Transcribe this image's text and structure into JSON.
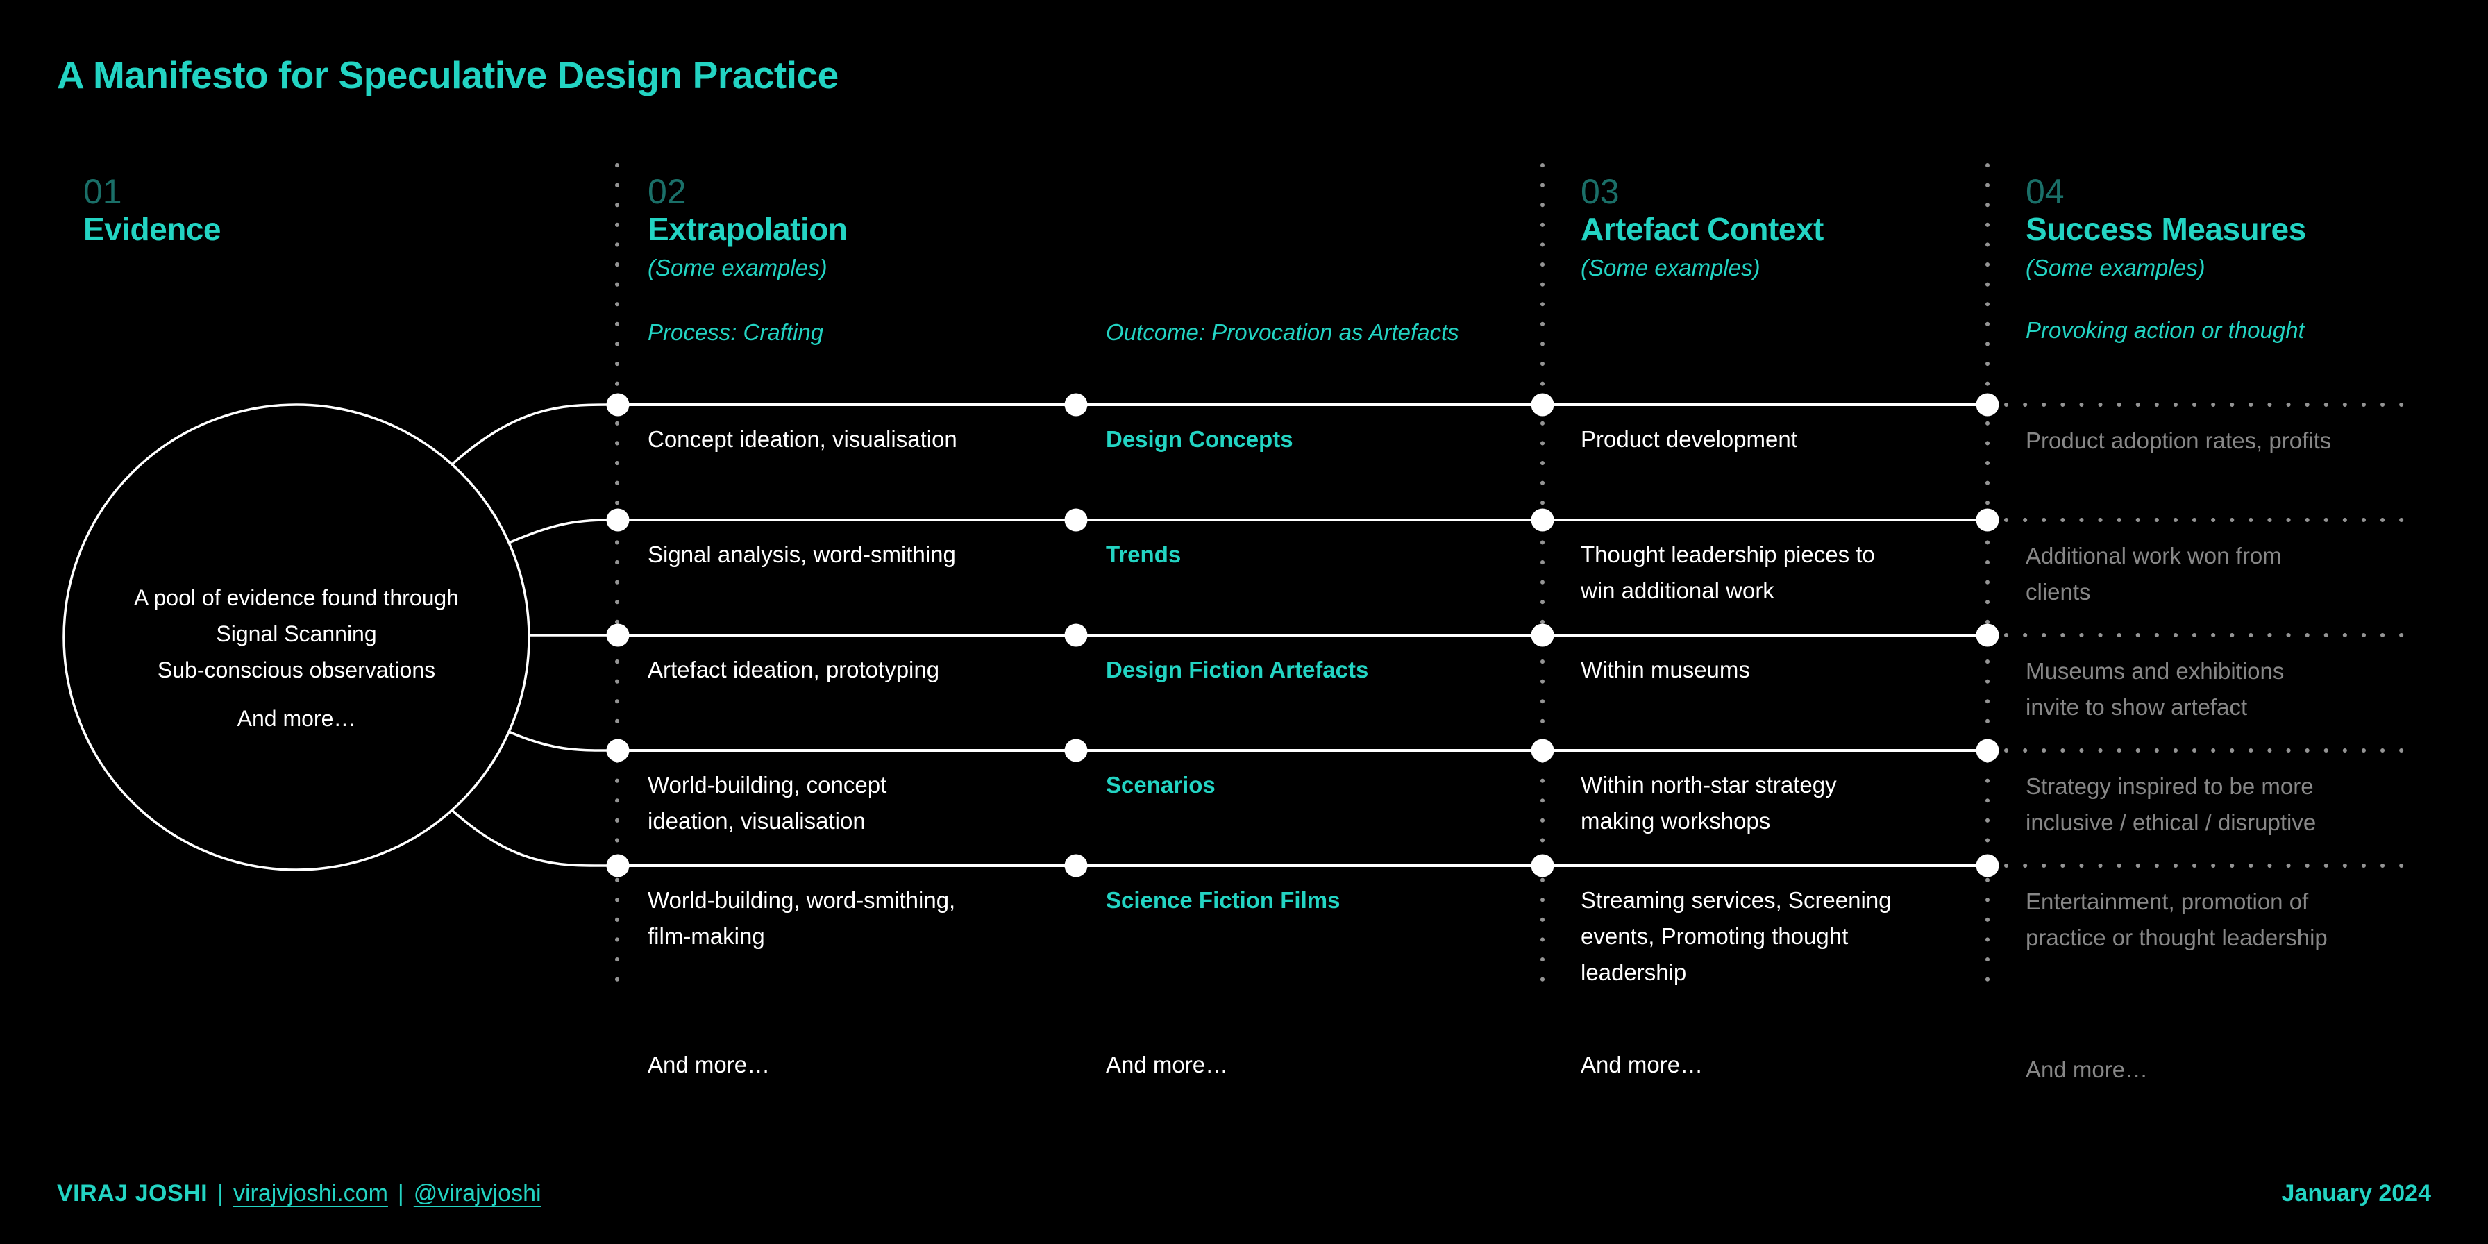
{
  "title": "A Manifesto for Speculative Design Practice",
  "colors": {
    "accent": "#23d4c3",
    "accent_muted": "#1a6f68",
    "text_gray": "#878787",
    "dot_gray": "#949494",
    "background": "#000000",
    "white": "#ffffff"
  },
  "columns": [
    {
      "number": "01",
      "heading": "Evidence"
    },
    {
      "number": "02",
      "heading": "Extrapolation",
      "note": "(Some examples)",
      "process_label": "Process: Crafting",
      "outcome_label": "Outcome: Provocation as Artefacts"
    },
    {
      "number": "03",
      "heading": "Artefact Context",
      "note": "(Some examples)"
    },
    {
      "number": "04",
      "heading": "Success Measures",
      "note": "(Some examples)",
      "sublabel": "Provoking action or thought"
    }
  ],
  "evidence_circle": {
    "line1": "A pool of evidence found through",
    "line2": "Signal Scanning",
    "line3": "Sub-conscious observations",
    "more": "And more…"
  },
  "rows": [
    {
      "process": "Concept ideation, visualisation",
      "outcome": "Design Concepts",
      "context": "Product development",
      "measure": "Product adoption rates, profits"
    },
    {
      "process": "Signal analysis, word-smithing",
      "outcome": "Trends",
      "context": "Thought leadership pieces to\nwin additional work",
      "measure": "Additional work won from\nclients"
    },
    {
      "process": "Artefact ideation, prototyping",
      "outcome": "Design Fiction Artefacts",
      "context": "Within museums",
      "measure": "Museums and exhibitions\ninvite to show artefact"
    },
    {
      "process": "World-building, concept\nideation, visualisation",
      "outcome": "Scenarios",
      "context": "Within north-star strategy\nmaking workshops",
      "measure": "Strategy inspired to be more\ninclusive / ethical / disruptive"
    },
    {
      "process": "World-building, word-smithing,\nfilm-making",
      "outcome": "Science Fiction Films",
      "context": "Streaming services, Screening\nevents, Promoting thought\nleadership",
      "measure": "Entertainment, promotion of\npractice or thought leadership"
    }
  ],
  "and_more": {
    "process": "And more…",
    "outcome": "And more…",
    "context": "And more…",
    "measure": "And more…"
  },
  "footer": {
    "name": "VIRAJ JOSHI",
    "separator": "|",
    "site": "virajvjoshi.com",
    "handle": "@virajvjoshi",
    "date": "January 2024"
  }
}
